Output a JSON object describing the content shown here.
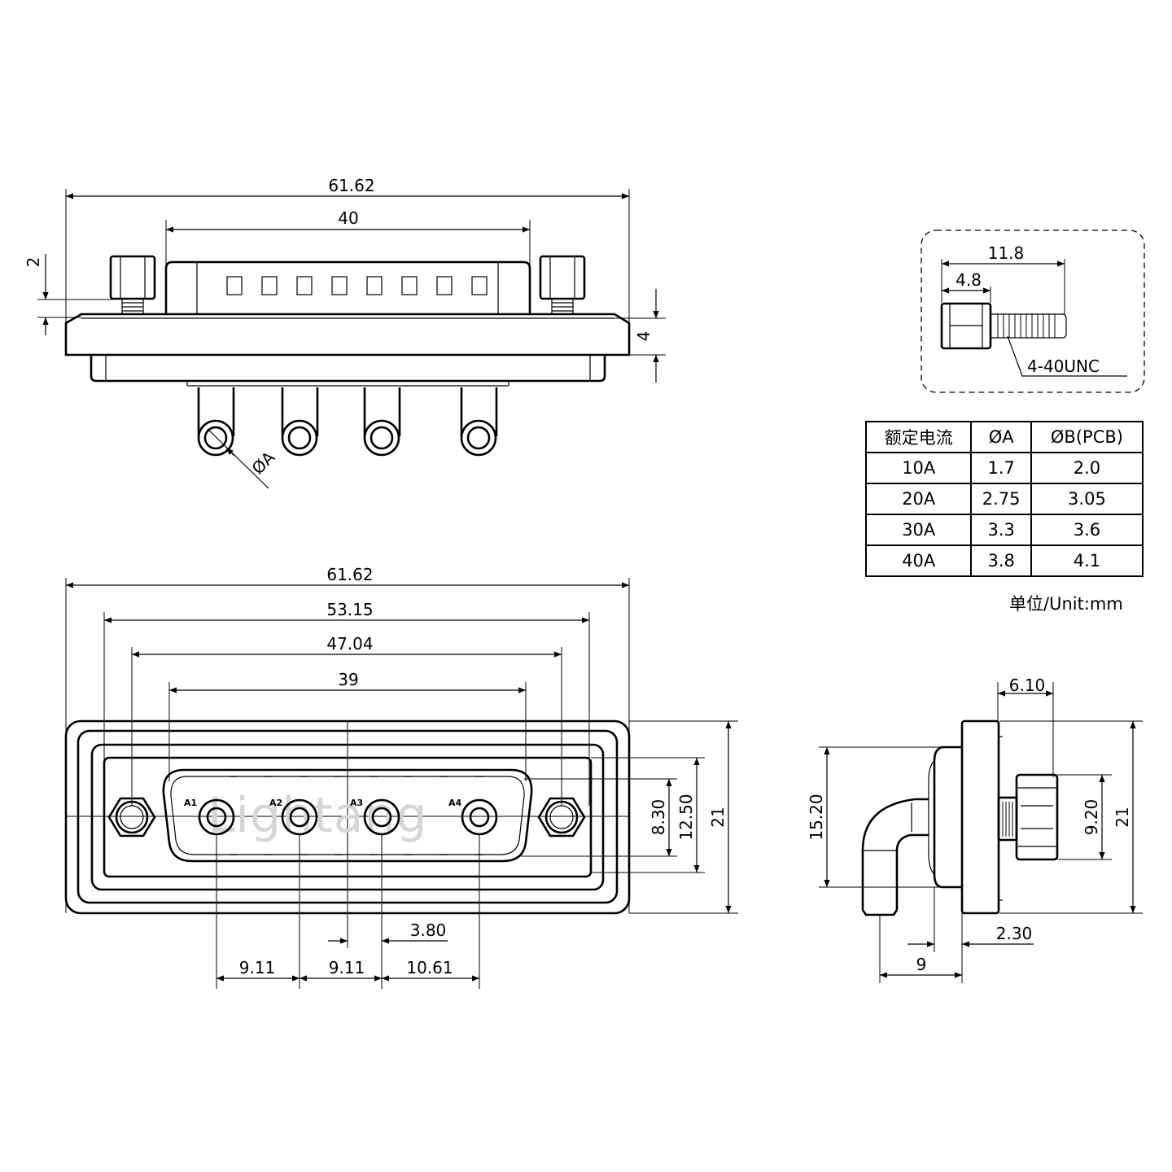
{
  "top_view": {
    "overall_width": "61.62",
    "body_width": "40",
    "flange_offset": "2",
    "flange_thickness": "4",
    "pin_diameter_label": "ØA"
  },
  "front_view": {
    "overall_width": "61.62",
    "flange_width": "53.15",
    "mounting_hole_pitch": "47.04",
    "shell_width": "39",
    "overall_height": "21",
    "shell_height": "12.50",
    "contact_row_height": "8.30",
    "pin_pitch_1": "9.11",
    "pin_pitch_2": "9.11",
    "pin_pitch_3": "10.61",
    "center_offset": "3.80",
    "pin_labels": [
      "A1",
      "A2",
      "A3",
      "A4"
    ],
    "watermark": "Lightang"
  },
  "side_view": {
    "flange_thickness": "6.10",
    "overall_height": "21",
    "screw_height": "9.20",
    "pin_height": "15.20",
    "offset": "2.30",
    "depth": "9"
  },
  "screw_detail": {
    "length": "11.8",
    "head_length": "4.8",
    "thread": "4-40UNC"
  },
  "spec_table": {
    "headers": [
      "额定电流",
      "ØA",
      "ØB(PCB)"
    ],
    "rows": [
      [
        "10A",
        "1.7",
        "2.0"
      ],
      [
        "20A",
        "2.75",
        "3.05"
      ],
      [
        "30A",
        "3.3",
        "3.6"
      ],
      [
        "40A",
        "3.8",
        "4.1"
      ]
    ],
    "unit": "单位/Unit:mm"
  }
}
